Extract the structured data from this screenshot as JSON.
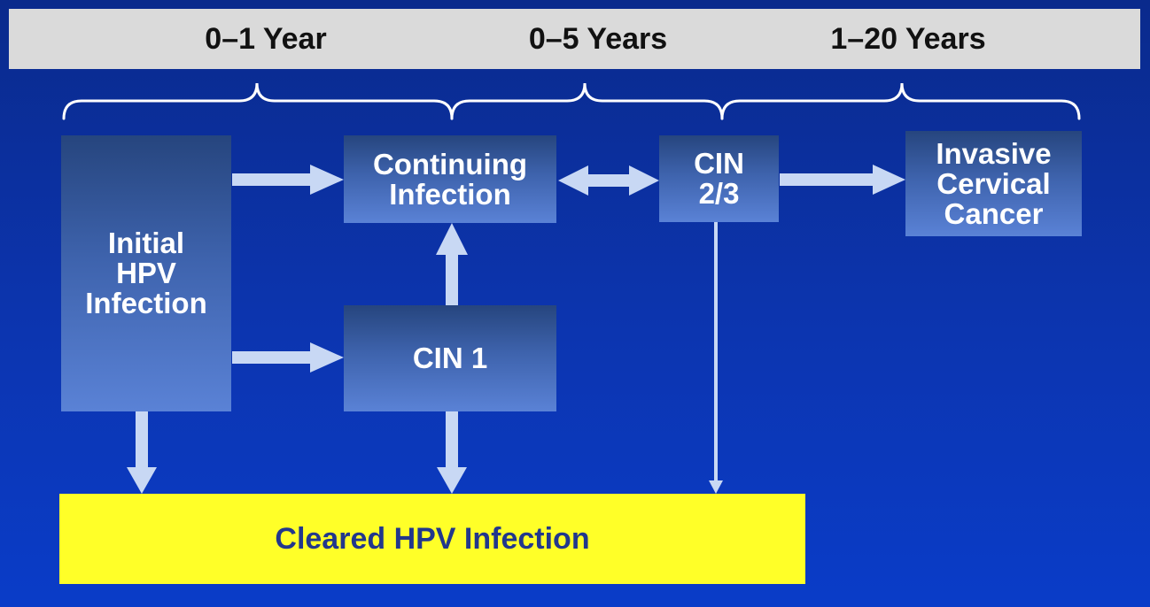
{
  "timeline": {
    "periods": [
      "0–1 Year",
      "0–5 Years",
      "1–20 Years"
    ]
  },
  "nodes": {
    "initial": "Initial\nHPV\nInfection",
    "continuing": "Continuing\nInfection",
    "cin1": "CIN 1",
    "cin23": "CIN\n2/3",
    "cancer": "Invasive\nCervical\nCancer",
    "cleared": "Cleared HPV Infection"
  },
  "colors": {
    "background": "#0c35b0",
    "box": "#3e63ad",
    "arrow": "#c8d8f4",
    "cleared": "#ffff28",
    "cleared_text": "#22378c"
  }
}
